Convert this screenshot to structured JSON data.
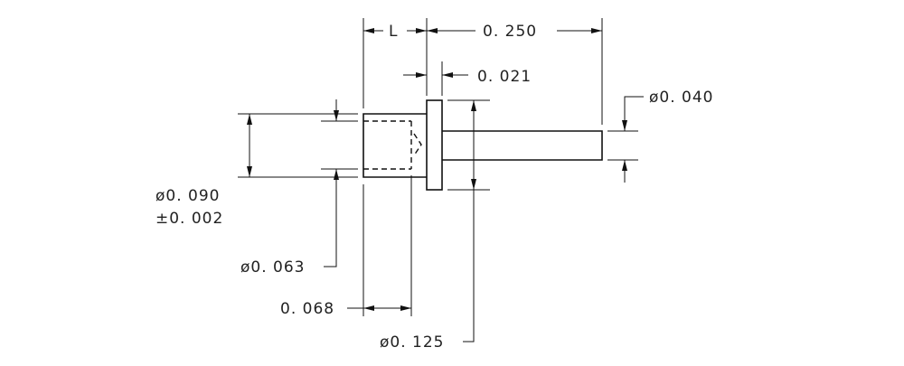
{
  "labels": {
    "length_l": "L",
    "length_total": "0. 250",
    "flange_thickness": "0. 021",
    "pin_diameter": "ø0. 040",
    "bore_diameter": "ø0. 090",
    "bore_tolerance": "±0. 002",
    "inner_diameter": "ø0. 063",
    "inner_depth": "0. 068",
    "flange_diameter": "ø0. 125"
  }
}
